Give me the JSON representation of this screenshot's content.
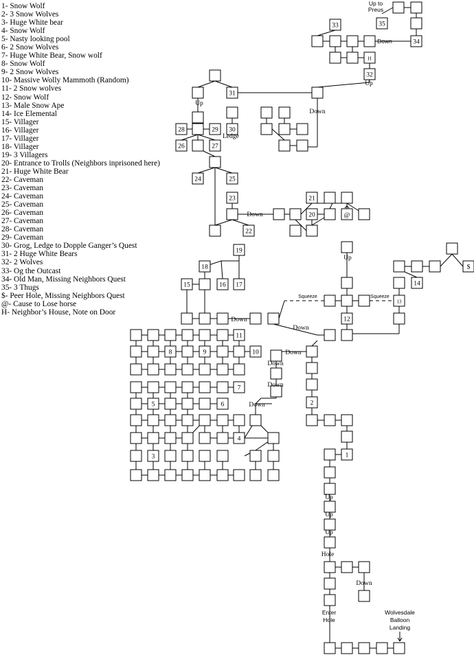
{
  "legend": [
    "1- Snow Wolf",
    "2- 3 Snow Wolves",
    "3- Huge White bear",
    "4- Snow Wolf",
    "5- Nasty looking pool",
    "6- 2 Snow Wolves",
    "7- Huge White Bear, Snow wolf",
    "8- Snow Wolf",
    "9- 2 Snow Wolves",
    "10- Massive Wolly Mammoth (Random)",
    "11- 2 Snow wolves",
    "12- Snow Wolf",
    "13- Male Snow Ape",
    "14- Ice Elemental",
    "15- Villager",
    "16- Villager",
    "17- Villager",
    "18- Villager",
    "19- 3 Villagers",
    "20- Entrance to Trolls (Neighbors inprisoned here)",
    "21- Huge White Bear",
    "22- Caveman",
    "23- Caveman",
    "24- Caveman",
    "25- Caveman",
    "26- Caveman",
    "27- Caveman",
    "28- Caveman",
    "29- Caveman",
    "30- Grog, Ledge to Dopple Ganger’s Quest",
    "31- 2 Huge White Bears",
    "32- 2 Wolves",
    "33- Og the Outcast",
    "34- Old Man, Missing Neighbors Quest",
    "35- 3 Thugs",
    "$- Peer Hole, Missing Neighbors Quest",
    "@- Cause to Lose horse",
    "H- Neighbor’s House, Note on Door"
  ],
  "labels": {
    "up_to_preus": [
      "Up to",
      "Preus"
    ],
    "down": "Down",
    "up": "Up",
    "ledge": "Ledge",
    "squeeze": "Squeeze",
    "hole": "Hole",
    "enter_hole": [
      "Enter",
      "Hole"
    ],
    "landing": [
      "Wolvesdale",
      "Balloon",
      "Landing"
    ],
    "at": "@"
  },
  "room_numbers": [
    "1",
    "2",
    "3",
    "4",
    "5",
    "6",
    "7",
    "8",
    "9",
    "10",
    "11",
    "12",
    "13",
    "14",
    "15",
    "16",
    "17",
    "18",
    "19",
    "20",
    "21",
    "22",
    "23",
    "24",
    "25",
    "26",
    "27",
    "28",
    "29",
    "30",
    "31",
    "32",
    "33",
    "34",
    "35",
    "H",
    "$"
  ]
}
